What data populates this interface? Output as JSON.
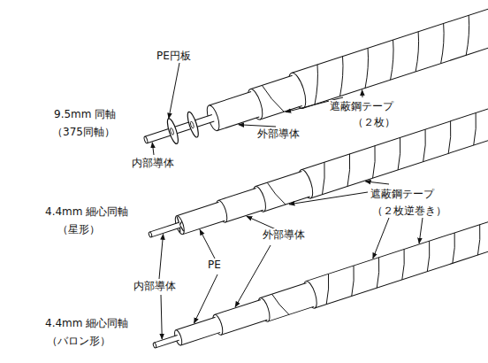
{
  "diagram": {
    "labels": [
      "PE円板",
      "9.5mm 同軸",
      "（375同軸）",
      "内部導体",
      "外部導体",
      "遮蔽鋼テープ",
      "（２枚）",
      "遮蔽鋼テープ",
      "（２枚逆巻き）",
      "4.4mm 細心同軸",
      "（星形）",
      "PE",
      "外部導体",
      "内部導体",
      "4.4mm 細心同軸",
      "（バロン形）"
    ]
  }
}
